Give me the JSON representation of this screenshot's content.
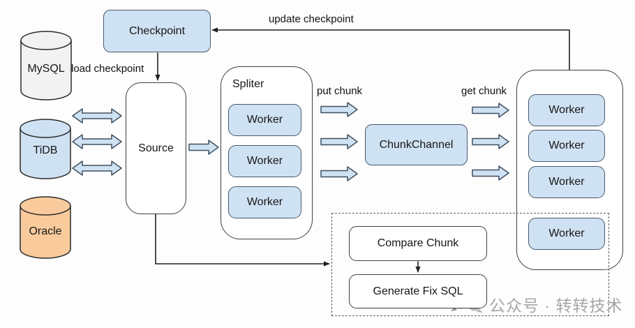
{
  "colors": {
    "light_blue": "#cfe2f3",
    "blue_border": "#46586b",
    "gray_fill": "#f2f2f2",
    "orange_fill": "#f9cb9c",
    "watermark_gray": "#a6a6a6"
  },
  "databases": [
    {
      "label": "MySQL"
    },
    {
      "label": "TiDB"
    },
    {
      "label": "Oracle"
    }
  ],
  "checkpoint": {
    "label": "Checkpoint"
  },
  "source": {
    "label": "Source"
  },
  "spliter": {
    "title": "Spliter",
    "workers": [
      "Worker",
      "Worker",
      "Worker"
    ]
  },
  "chunk_channel": {
    "label": "ChunkChannel"
  },
  "worker_pool": {
    "workers": [
      "Worker",
      "Worker",
      "Worker",
      "Worker"
    ]
  },
  "diff_section": {
    "compare_label": "Compare Chunk",
    "generate_label": "Generate Fix SQL"
  },
  "edge_labels": {
    "load_checkpoint": "load checkpoint",
    "update_checkpoint": "update checkpoint",
    "put_chunk": "put chunk",
    "get_chunk": "get chunk"
  },
  "watermark": {
    "text": "公众号 · 转转技术"
  }
}
